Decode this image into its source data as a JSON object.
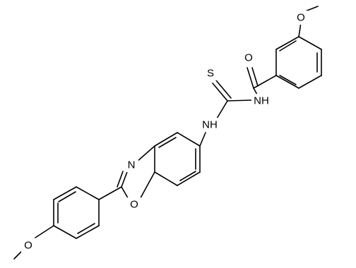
{
  "molecule": {
    "atoms": [
      {
        "id": "a1",
        "label": "O"
      },
      {
        "id": "a2",
        "label": "O"
      },
      {
        "id": "a3",
        "label": "NH"
      },
      {
        "id": "a4",
        "label": "S"
      },
      {
        "id": "a5",
        "label": "NH"
      },
      {
        "id": "a6",
        "label": "N"
      },
      {
        "id": "a7",
        "label": "O"
      },
      {
        "id": "a8",
        "label": "O"
      }
    ]
  }
}
